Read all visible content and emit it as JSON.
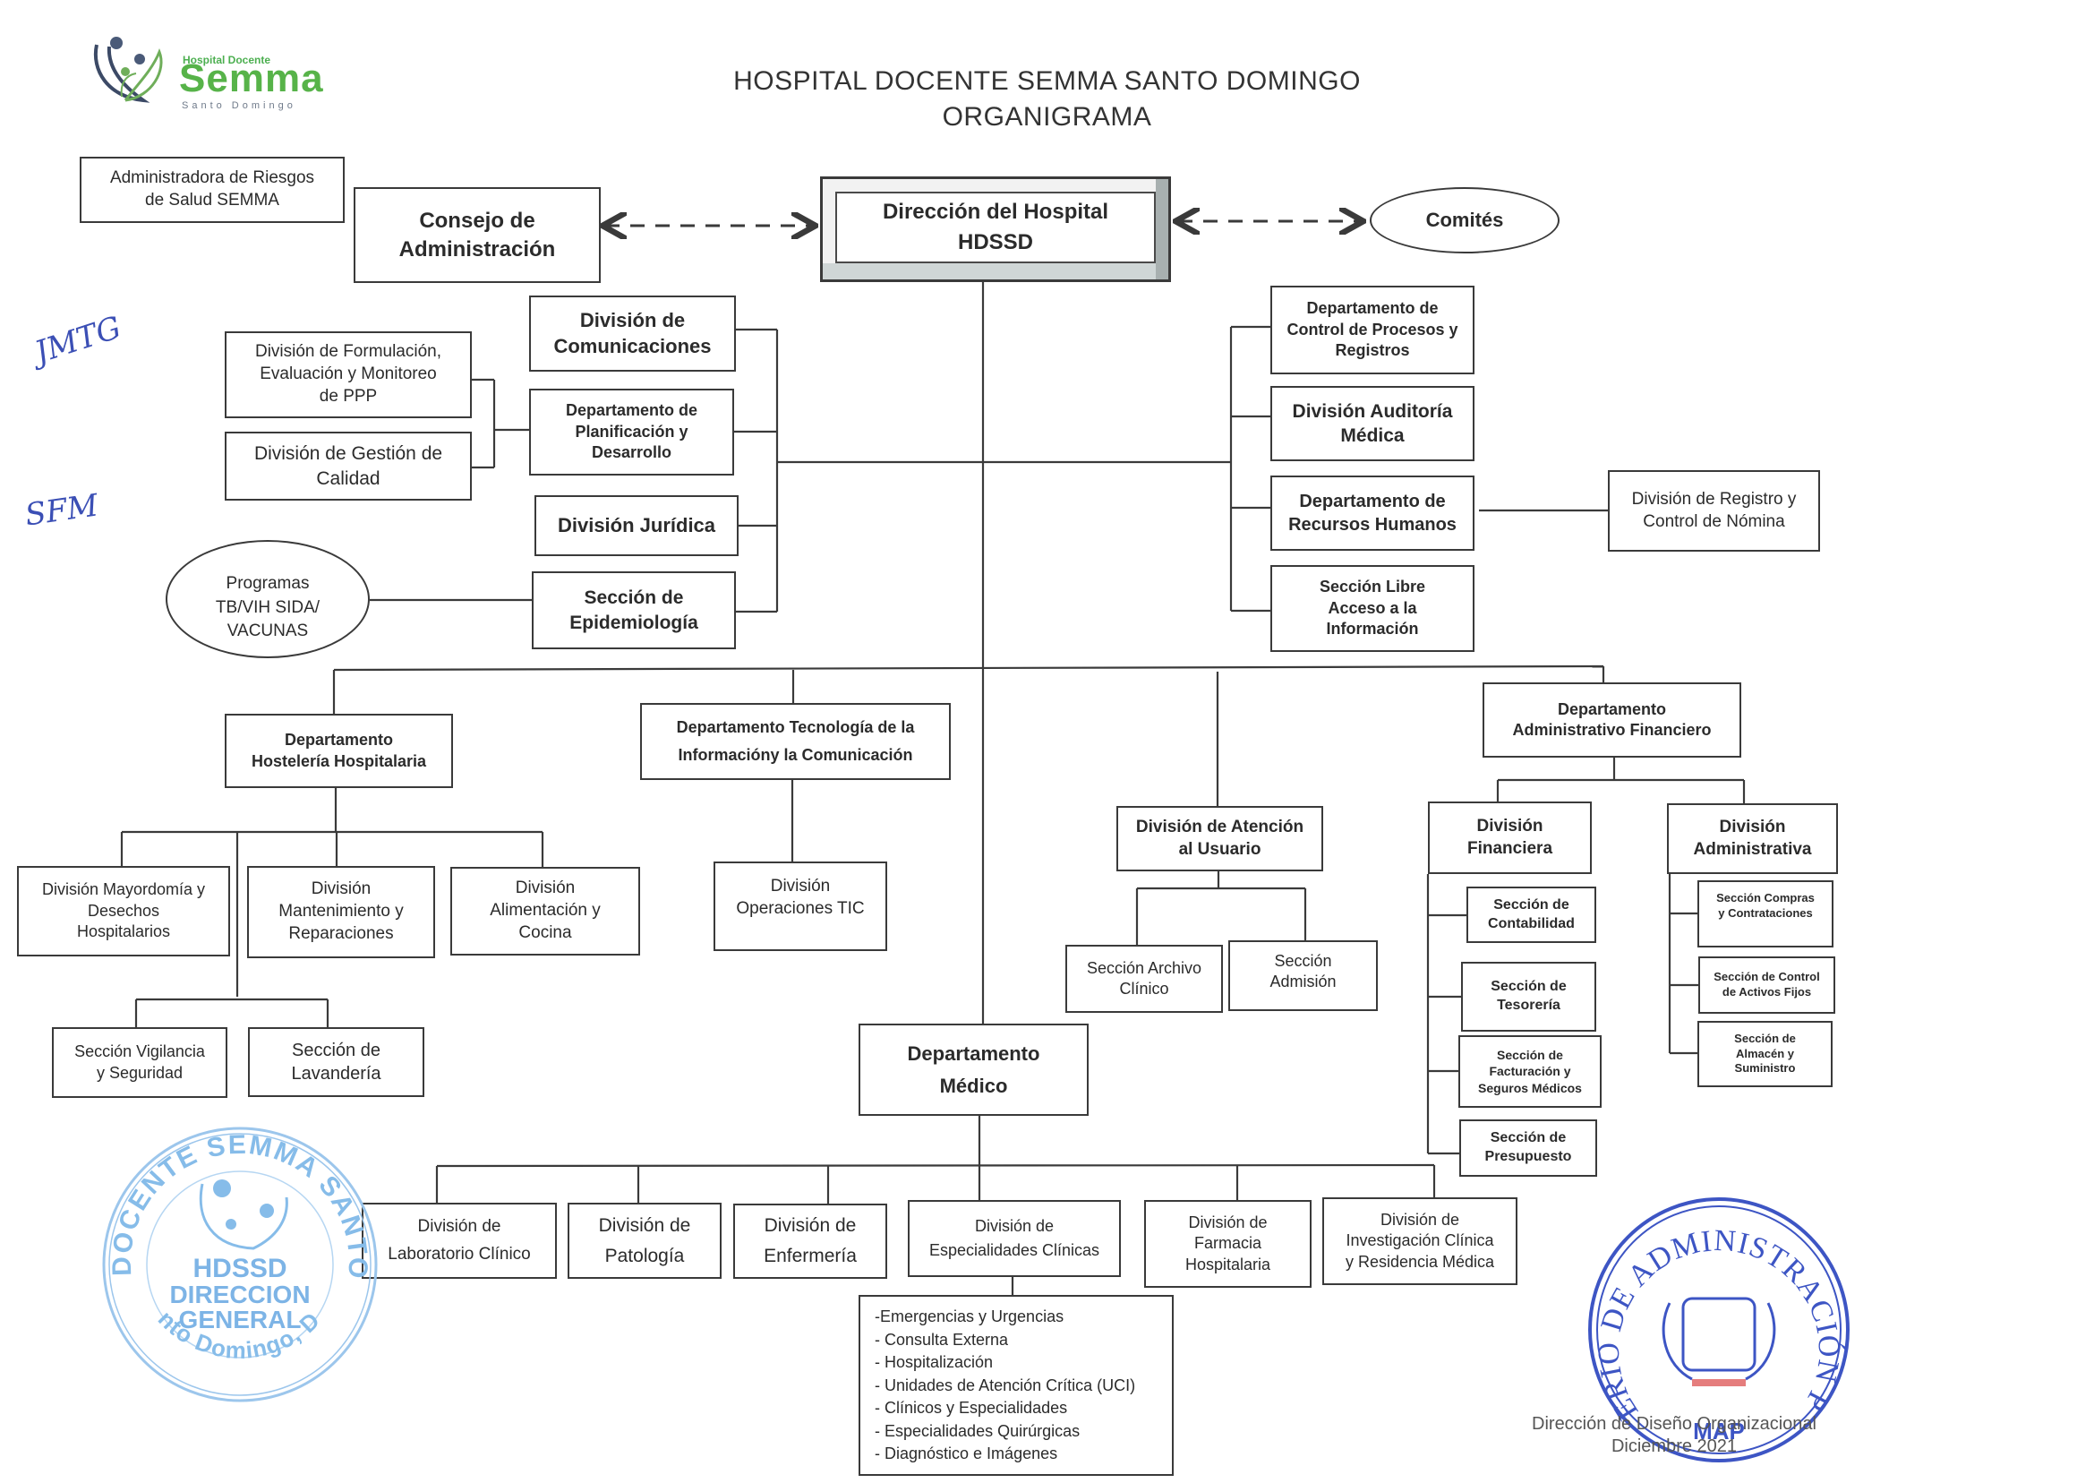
{
  "header": {
    "logo": {
      "small": "Hospital Docente",
      "big": "Semma",
      "sub": "Santo Domingo"
    },
    "title_line1": "HOSPITAL DOCENTE SEMMA SANTO DOMINGO",
    "title_line2": "ORGANIGRAMA"
  },
  "top": {
    "administradora": "Administradora de Riesgos\nde Salud SEMMA",
    "consejo": "Consejo de\nAdministración",
    "direccion": "Dirección del Hospital\nHDSSD",
    "comites": "Comités"
  },
  "staff_left": {
    "comunicaciones": "División de\nComunicaciones",
    "planificacion": "Departamento de\nPlanificación y\nDesarrollo",
    "juridica": "División Jurídica",
    "epidemiologia": "Sección de\nEpidemiología",
    "formulacion": "División de Formulación,\nEvaluación y Monitoreo\nde PPP",
    "calidad": "División de Gestión de\nCalidad",
    "programas": "Programas\nTB/VIH SIDA/\nVACUNAS"
  },
  "staff_right": {
    "control_procesos": "Departamento de\nControl de Procesos y\nRegistros",
    "auditoria": "División Auditoría\nMédica",
    "rrhh": "Departamento de\nRecursos Humanos",
    "libre_acceso": "Sección Libre\nAcceso a la\nInformación",
    "nomina": "División de Registro y\nControl de Nómina"
  },
  "hosteleria": {
    "head": "Departamento\nHostelería Hospitalaria",
    "mayordomia": "División Mayordomía y\nDesechos\nHospitalarios",
    "mantenimiento": "División\nMantenimiento y\nReparaciones",
    "alimentacion": "División\nAlimentación y\nCocina",
    "vigilancia": "Sección Vigilancia\ny Seguridad",
    "lavanderia": "Sección de\nLavandería"
  },
  "tic": {
    "head": "Departamento Tecnología de la\nInformacióny la Comunicación",
    "operaciones": "División\nOperaciones TIC"
  },
  "atencion": {
    "head": "División de Atención\nal Usuario",
    "archivo": "Sección Archivo\nClínico",
    "admision": "Sección\nAdmisión"
  },
  "financiero": {
    "head": "Departamento\nAdministrativo Financiero",
    "div_financiera": "División\nFinanciera",
    "div_administrativa": "División\nAdministrativa",
    "contabilidad": "Sección de\nContabilidad",
    "tesoreria": "Sección de\nTesorería",
    "facturacion": "Sección de\nFacturación y\nSeguros Médicos",
    "presupuesto": "Sección de\nPresupuesto",
    "compras": "Sección  Compras\ny Contrataciones",
    "activos": "Sección de Control\nde Activos Fijos",
    "almacen": "Sección de\nAlmacén y\nSuministro"
  },
  "medico": {
    "head": "Departamento\nMédico",
    "laboratorio": "División de\nLaboratorio Clínico",
    "patologia": "División de\nPatología",
    "enfermeria": "División de\nEnfermería",
    "especialidades": "División de\nEspecialidades Clínicas",
    "farmacia": "División de\nFarmacia\nHospitalaria",
    "investigacion": "División de\nInvestigación Clínica\ny Residencia Médica",
    "servicios": [
      "-Emergencias y Urgencias",
      "- Consulta Externa",
      "- Hospitalización",
      "- Unidades de Atención Crítica (UCI)",
      "- Clínicos y Especialidades",
      "- Especialidades Quirúrgicas",
      "- Diagnóstico e Imágenes"
    ]
  },
  "annotations": {
    "handwritten_1": "JMTG",
    "handwritten_2": "SFM"
  },
  "stamps": {
    "hospital": {
      "ring": "HOSPITAL DOCENTE SEMMA SANTO DOMINGO",
      "bottom": "Santo Domingo, D.N.",
      "line1": "HDSSD",
      "line2": "DIRECCION",
      "line3": "GENERAL"
    },
    "ministerio": {
      "ring": "MINISTERIO DE ADMINISTRACIÓN PÚBLICA",
      "bottom": "MAP",
      "footer_line1": "Dirección de Diseño Organizacional",
      "footer_line2": "Diciembre 2021"
    }
  },
  "colors": {
    "line": "#3a3a3a",
    "logo_green": "#57b349",
    "stamp_blue_light": "#7db4e6",
    "stamp_blue_dark": "#3d55c4",
    "handwriting": "#3b4fb5"
  }
}
